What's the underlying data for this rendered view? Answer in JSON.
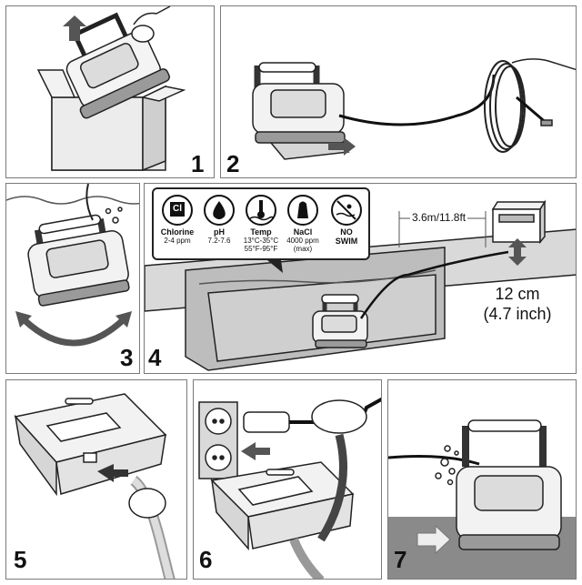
{
  "steps": {
    "s1": "1",
    "s2": "2",
    "s3": "3",
    "s4": "4",
    "s5": "5",
    "s6": "6",
    "s7": "7"
  },
  "water_info": {
    "chlorine": {
      "symbol": "Cl",
      "title": "Chlorine",
      "line1": "2-4 ppm"
    },
    "ph": {
      "title": "pH",
      "line1": "7.2-7.6"
    },
    "temp": {
      "title": "Temp",
      "line1": "13°C-35°C",
      "line2": "55°F-95°F"
    },
    "nacl": {
      "title": "NaCl",
      "line1": "4000 ppm",
      "line2": "(max)"
    },
    "swim": {
      "title": "NO",
      "line1": "SWIM"
    }
  },
  "distance_label": "3.6m/11.8ft",
  "height_label": {
    "line1": "12 cm",
    "line2": "(4.7 inch)"
  },
  "colors": {
    "arrow": "#555555",
    "outline": "#222222",
    "gray_fill": "#d9d9d9",
    "dark_fill": "#8a8a8a"
  }
}
